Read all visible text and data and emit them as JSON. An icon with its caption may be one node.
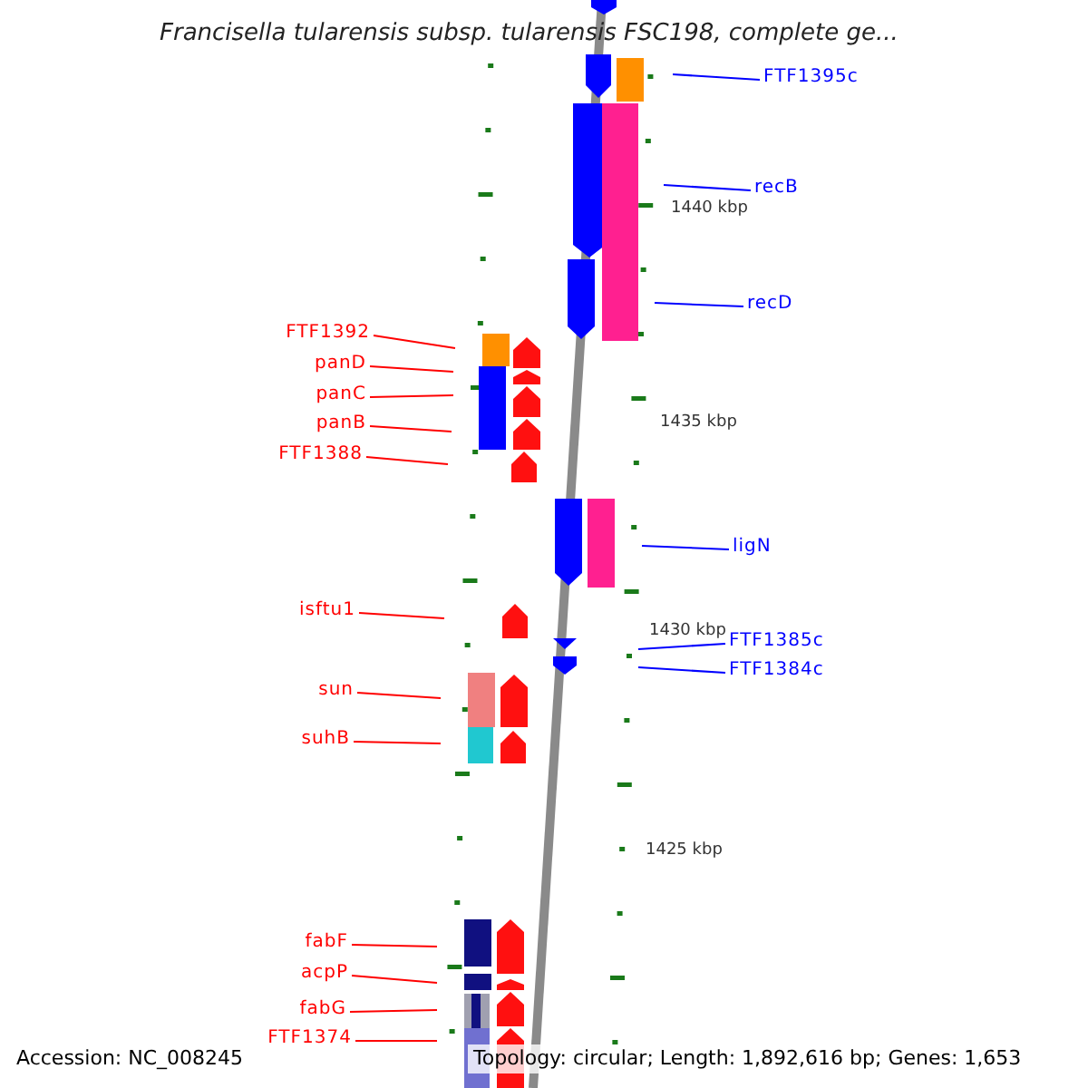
{
  "diagram": {
    "title": "Francisella tularensis subsp. tularensis FSC198, complete ge...",
    "nodes": [
      {
        "text": [
          "FTF1395c"
        ]
      },
      {
        "text": [
          "recB"
        ]
      },
      {
        "text": [
          "recD"
        ]
      },
      {
        "text": [
          "FTF1392"
        ]
      },
      {
        "text": [
          "panD"
        ]
      },
      {
        "text": [
          "panC"
        ]
      },
      {
        "text": [
          "panB"
        ]
      },
      {
        "text": [
          "FTF1388"
        ]
      },
      {
        "text": [
          "ligN"
        ]
      },
      {
        "text": [
          "isftu1"
        ]
      },
      {
        "text": [
          "FTF1385c"
        ]
      },
      {
        "text": [
          "FTF1384c"
        ]
      },
      {
        "text": [
          "sun"
        ]
      },
      {
        "text": [
          "suhB"
        ]
      },
      {
        "text": [
          "fabF"
        ]
      },
      {
        "text": [
          "acpP"
        ]
      },
      {
        "text": [
          "fabG"
        ]
      },
      {
        "text": [
          "FTF1374"
        ]
      }
    ],
    "edges": [
      {
        "from": 0,
        "to": null,
        "arrow": "none",
        "color": "#0000ff"
      },
      {
        "from": 1,
        "to": null,
        "arrow": "none",
        "color": "#0000ff"
      },
      {
        "from": 2,
        "to": null,
        "arrow": "none",
        "color": "#0000ff"
      },
      {
        "from": 3,
        "to": null,
        "arrow": "none",
        "color": "#ff0000"
      },
      {
        "from": 4,
        "to": null,
        "arrow": "none",
        "color": "#ff0000"
      },
      {
        "from": 5,
        "to": null,
        "arrow": "none",
        "color": "#ff0000"
      },
      {
        "from": 6,
        "to": null,
        "arrow": "none",
        "color": "#ff0000"
      },
      {
        "from": 7,
        "to": null,
        "arrow": "none",
        "color": "#ff0000"
      },
      {
        "from": 8,
        "to": null,
        "arrow": "none",
        "color": "#0000ff"
      },
      {
        "from": 9,
        "to": null,
        "arrow": "none",
        "color": "#ff0000"
      },
      {
        "from": 10,
        "to": null,
        "arrow": "none",
        "color": "#0000ff"
      },
      {
        "from": 11,
        "to": null,
        "arrow": "none",
        "color": "#0000ff"
      },
      {
        "from": 12,
        "to": null,
        "arrow": "none",
        "color": "#ff0000"
      },
      {
        "from": 13,
        "to": null,
        "arrow": "none",
        "color": "#ff0000"
      },
      {
        "from": 14,
        "to": null,
        "arrow": "none",
        "color": "#ff0000"
      },
      {
        "from": 15,
        "to": null,
        "arrow": "none",
        "color": "#ff0000"
      },
      {
        "from": 16,
        "to": null,
        "arrow": "none",
        "color": "#ff0000"
      },
      {
        "from": 17,
        "to": null,
        "arrow": "none",
        "color": "#ff0000"
      }
    ],
    "labels": [
      "1440 kbp",
      "1435 kbp",
      "1430 kbp",
      "1425 kbp",
      "Accession: NC_008245",
      "Topology: circular; Length: 1,892,616 bp; Genes: 1,653"
    ]
  }
}
